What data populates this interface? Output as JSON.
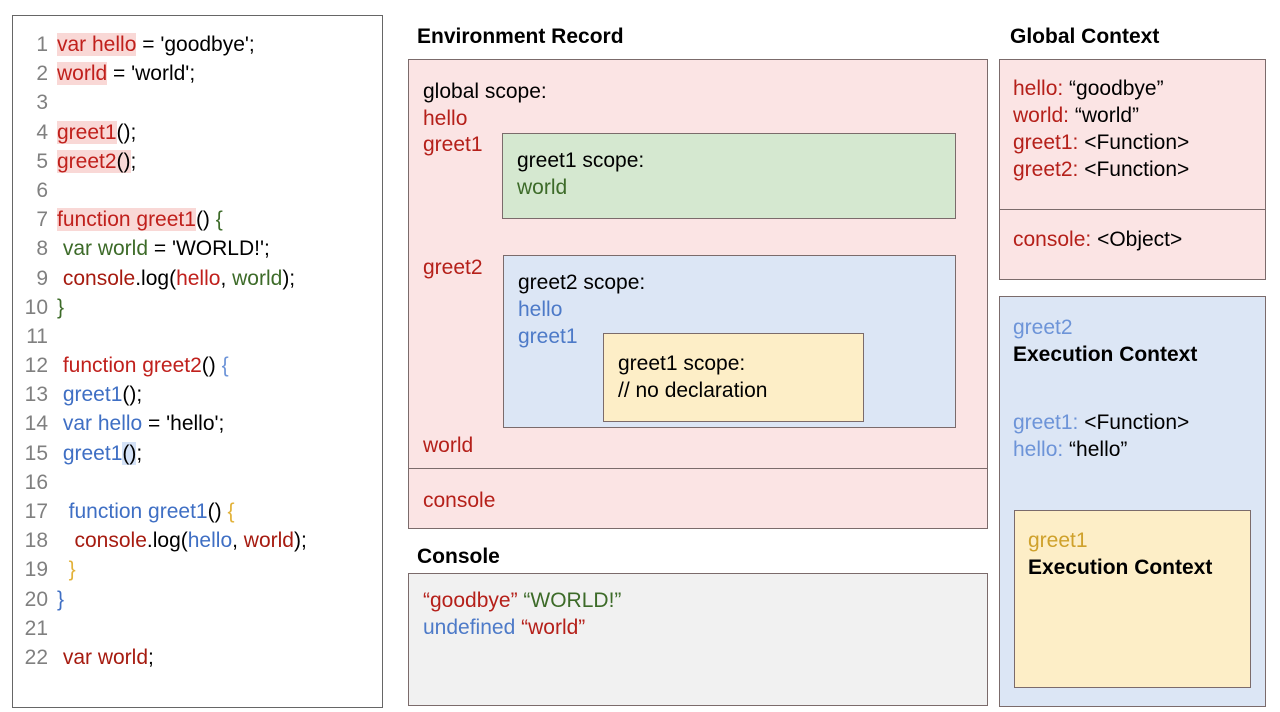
{
  "code_panel": {
    "name": "javascript-source",
    "lines": [
      {
        "n": "1",
        "tokens": [
          {
            "t": "var hello",
            "c": "red",
            "hl": "red"
          },
          {
            "t": " = 'goodbye';",
            "c": "black"
          }
        ]
      },
      {
        "n": "2",
        "tokens": [
          {
            "t": "world",
            "c": "red",
            "hl": "red"
          },
          {
            "t": " = 'world';",
            "c": "black"
          }
        ]
      },
      {
        "n": "3",
        "tokens": []
      },
      {
        "n": "4",
        "tokens": [
          {
            "t": "greet1",
            "c": "red",
            "hl": "red"
          },
          {
            "t": "();",
            "c": "black"
          }
        ]
      },
      {
        "n": "5",
        "tokens": [
          {
            "t": "greet2",
            "c": "red",
            "hl": "red"
          },
          {
            "t": "()",
            "c": "black",
            "hl": "red"
          },
          {
            "t": ";",
            "c": "black"
          }
        ]
      },
      {
        "n": "6",
        "tokens": []
      },
      {
        "n": "7",
        "tokens": [
          {
            "t": "function greet1",
            "c": "red",
            "hl": "red"
          },
          {
            "t": "() ",
            "c": "black"
          },
          {
            "t": "{",
            "c": "green"
          }
        ]
      },
      {
        "n": "8",
        "tokens": [
          {
            "t": " var world",
            "c": "green"
          },
          {
            "t": " = 'WORLD!';",
            "c": "black"
          }
        ]
      },
      {
        "n": "9",
        "tokens": [
          {
            "t": " console",
            "c": "darkred"
          },
          {
            "t": ".log(",
            "c": "black"
          },
          {
            "t": "hello",
            "c": "red"
          },
          {
            "t": ", ",
            "c": "black"
          },
          {
            "t": "world",
            "c": "green"
          },
          {
            "t": ");",
            "c": "black"
          }
        ]
      },
      {
        "n": "10",
        "tokens": [
          {
            "t": "}",
            "c": "green"
          }
        ]
      },
      {
        "n": "11",
        "tokens": []
      },
      {
        "n": "12",
        "tokens": [
          {
            "t": " function greet2",
            "c": "red"
          },
          {
            "t": "() ",
            "c": "black"
          },
          {
            "t": "{",
            "c": "lightblue"
          }
        ]
      },
      {
        "n": "13",
        "tokens": [
          {
            "t": " greet1",
            "c": "blue"
          },
          {
            "t": "();",
            "c": "black"
          }
        ]
      },
      {
        "n": "14",
        "tokens": [
          {
            "t": " var hello",
            "c": "blue"
          },
          {
            "t": " = 'hello';",
            "c": "black"
          }
        ]
      },
      {
        "n": "15",
        "tokens": [
          {
            "t": " greet1",
            "c": "blue"
          },
          {
            "t": "()",
            "c": "black",
            "hl": "blue"
          },
          {
            "t": ";",
            "c": "black"
          }
        ]
      },
      {
        "n": "16",
        "tokens": []
      },
      {
        "n": "17",
        "tokens": [
          {
            "t": "  function greet1",
            "c": "blue"
          },
          {
            "t": "() ",
            "c": "black"
          },
          {
            "t": "{",
            "c": "gold"
          }
        ]
      },
      {
        "n": "18",
        "tokens": [
          {
            "t": "   console",
            "c": "darkred"
          },
          {
            "t": ".log(",
            "c": "black"
          },
          {
            "t": "hello",
            "c": "blue"
          },
          {
            "t": ", ",
            "c": "black"
          },
          {
            "t": "world",
            "c": "darkred"
          },
          {
            "t": ");",
            "c": "black"
          }
        ]
      },
      {
        "n": "19",
        "tokens": [
          {
            "t": "  }",
            "c": "gold"
          }
        ]
      },
      {
        "n": "20",
        "tokens": [
          {
            "t": "}",
            "c": "blue"
          }
        ]
      },
      {
        "n": "21",
        "tokens": []
      },
      {
        "n": "22",
        "tokens": [
          {
            "t": " var world",
            "c": "darkred"
          },
          {
            "t": ";",
            "c": "black"
          }
        ]
      }
    ]
  },
  "environment_record": {
    "title": "Environment Record",
    "global_scope_label": "global scope:",
    "bindings": {
      "hello": "hello",
      "greet1": "greet1",
      "greet2": "greet2",
      "world": "world",
      "console": "console"
    },
    "greet1_scope": {
      "title": "greet1 scope:",
      "vars": [
        "world"
      ]
    },
    "greet2_scope": {
      "title": "greet2 scope:",
      "vars": [
        "hello",
        "greet1"
      ],
      "nested_greet1_scope": {
        "title": "greet1 scope:",
        "vars": [
          "// no declaration"
        ]
      }
    }
  },
  "console": {
    "title": "Console",
    "lines": [
      [
        {
          "t": "“goodbye”",
          "c": "#b5201a"
        },
        {
          "t": " ",
          "c": "#000"
        },
        {
          "t": "“WORLD!”",
          "c": "#3d6b29"
        }
      ],
      [
        {
          "t": "undefined",
          "c": "#4d7ac8"
        },
        {
          "t": " ",
          "c": "#000"
        },
        {
          "t": "“world”",
          "c": "#b5201a"
        }
      ]
    ]
  },
  "global_context": {
    "title": "Global Context",
    "vars": [
      {
        "key": "hello: ",
        "value": "“goodbye”"
      },
      {
        "key": "world: ",
        "value": "“world”"
      },
      {
        "key": "greet1: ",
        "value": "<Function>"
      },
      {
        "key": "greet2: ",
        "value": "<Function>"
      }
    ],
    "object_row": {
      "key": "console: ",
      "value": "<Object>"
    }
  },
  "greet2_execution_context": {
    "name": "greet2",
    "label": "Execution Context",
    "vars": [
      {
        "key": "greet1: ",
        "value": "<Function>"
      },
      {
        "key": "hello: ",
        "value": "“hello”"
      }
    ],
    "greet1_execution_context": {
      "name": "greet1",
      "label": "Execution Context"
    }
  },
  "colors": {
    "pink_bg": "#fbe4e4",
    "green_bg": "#d5e8d0",
    "blue_bg": "#dce6f5",
    "yellow_bg": "#fdeec7",
    "console_bg": "#f1f1f1",
    "border": "#7b6b6b",
    "red_text": "#b5201a",
    "blue_text": "#4d7ac8",
    "green_text": "#3d6b29",
    "gold_text": "#cfa12b"
  }
}
